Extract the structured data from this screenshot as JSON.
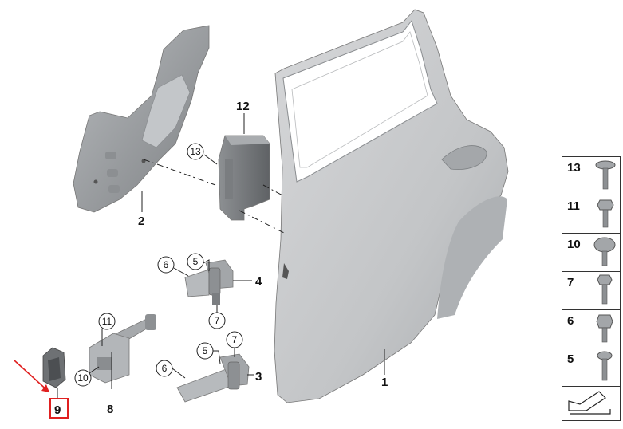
{
  "callouts": {
    "door": "1",
    "panel": "2",
    "hinge_lower": "3",
    "hinge_upper": "4",
    "hinge_upper_screw": "5",
    "hinge_lower_screw": "5",
    "hinge_upper_plate": "6",
    "hinge_lower_plate": "6",
    "hinge_upper_bolt": "7",
    "hinge_lower_bolt": "7",
    "check_strap": "8",
    "cap": "9",
    "check_screw_top": "11",
    "check_screw_bottom": "10",
    "module": "12",
    "module_screw": "13"
  },
  "legend": [
    "13",
    "11",
    "10",
    "7",
    "6",
    "5"
  ],
  "colors": {
    "part_fill": "#c9cbcd",
    "part_dark": "#9c9fa2",
    "part_shadow": "#6f7275",
    "highlight": "#e02020"
  }
}
